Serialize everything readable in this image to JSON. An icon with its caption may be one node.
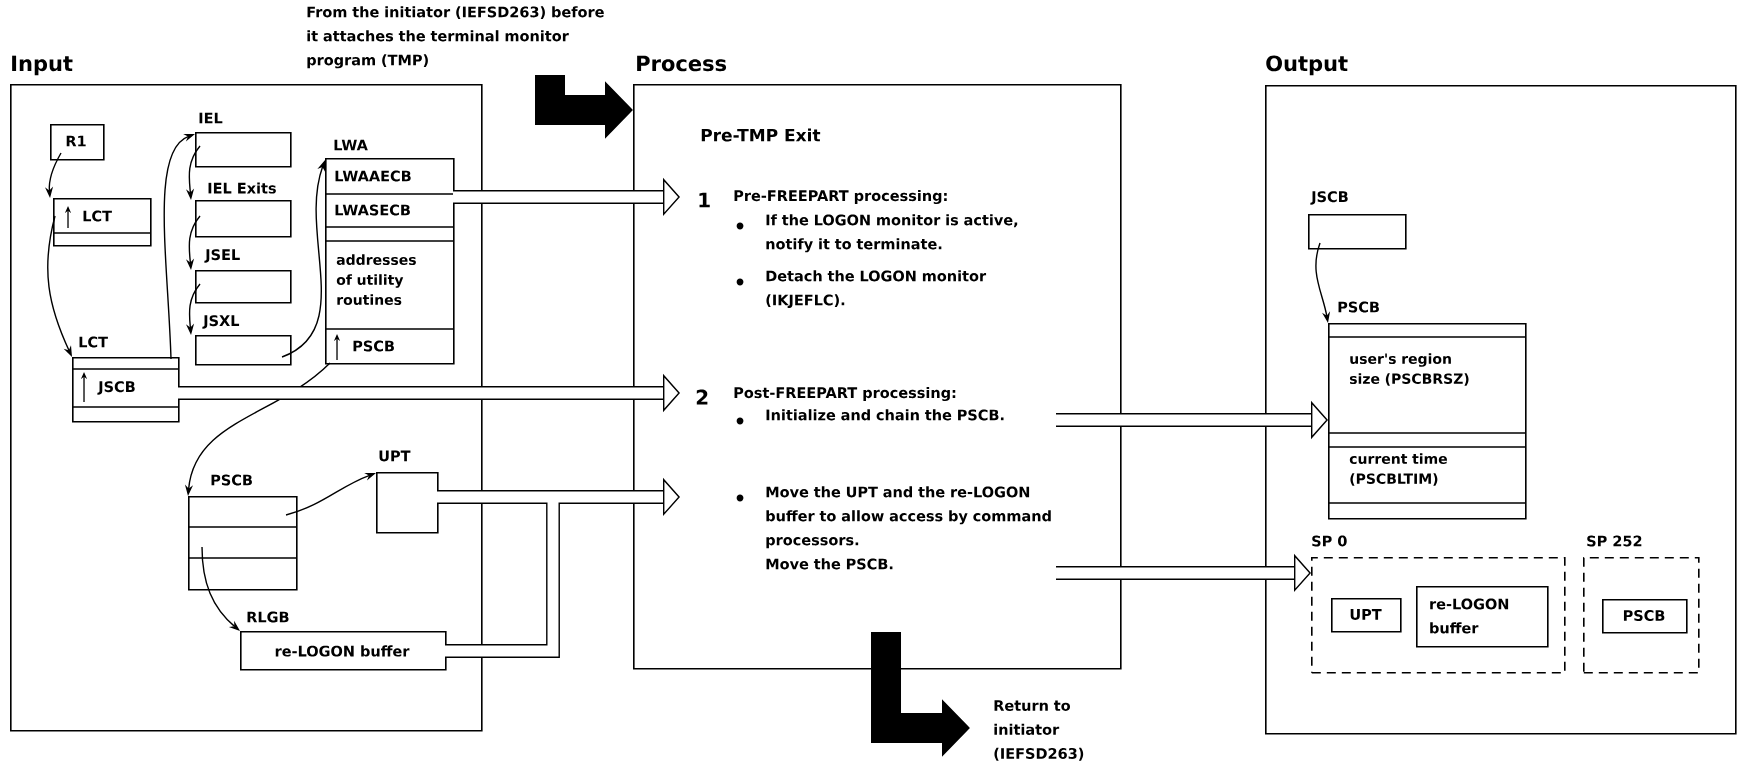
{
  "diagram": {
    "nodes": [
      {
        "text": [
          "Input"
        ]
      },
      {
        "text": [
          "R1"
        ],
        "in": 0
      },
      {
        "text": [
          "LCT"
        ],
        "in": 0
      },
      {
        "text": [
          "LCT",
          "JSCB"
        ],
        "in": 0
      },
      {
        "text": [
          "IEL"
        ],
        "in": 0
      },
      {
        "text": [
          "IEL Exits"
        ],
        "in": 0
      },
      {
        "text": [
          "JSEL"
        ],
        "in": 0
      },
      {
        "text": [
          "JSXL"
        ],
        "in": 0
      },
      {
        "text": [
          "LWA",
          "LWAAECB",
          "LWASECB",
          "addresses of utility routines",
          "PSCB"
        ],
        "in": 0
      },
      {
        "text": [
          "PSCB"
        ],
        "in": 0
      },
      {
        "text": [
          "UPT"
        ],
        "in": 0
      },
      {
        "text": [
          "RLGB",
          "re-LOGON buffer"
        ],
        "in": 0
      },
      {
        "text": [
          "Process",
          "Pre-TMP Exit",
          "1",
          "Pre-FREEPART processing:",
          "If the LOGON monitor is active, notify it to terminate.",
          "Detach the LOGON monitor (IKJEFLC).",
          "2",
          "Post-FREEPART processing:",
          "Initialize and chain the PSCB.",
          "Move the UPT and the re-LOGON buffer to allow access by command processors.",
          "Move the PSCB."
        ]
      },
      {
        "text": [
          "Output"
        ]
      },
      {
        "text": [
          "JSCB"
        ],
        "in": 13
      },
      {
        "text": [
          "PSCB",
          "user's region size (PSCBRSZ)",
          "current time (PSCBLTIM)"
        ],
        "in": 13
      },
      {
        "text": [
          "SP 0"
        ],
        "in": 13
      },
      {
        "text": [
          "UPT"
        ],
        "in": 16
      },
      {
        "text": [
          "re-LOGON buffer"
        ],
        "in": 16
      },
      {
        "text": [
          "SP 252"
        ],
        "in": 13
      },
      {
        "text": [
          "PSCB"
        ],
        "in": 19
      },
      {
        "text": [
          "From the initiator (IEFSD263) before it attaches the terminal monitor program (TMP)"
        ]
      },
      {
        "text": [
          "Return to initiator (IEFSD263)"
        ]
      }
    ],
    "edges": [
      {
        "from": 21,
        "to": 12,
        "arrow": "to",
        "style": "thick"
      },
      {
        "from": 1,
        "to": 2,
        "arrow": "to"
      },
      {
        "from": 2,
        "to": 3,
        "arrow": "to"
      },
      {
        "from": 3,
        "to": 4,
        "arrow": "to"
      },
      {
        "from": 4,
        "to": 5,
        "arrow": "to"
      },
      {
        "from": 5,
        "to": 6,
        "arrow": "to"
      },
      {
        "from": 6,
        "to": 7,
        "arrow": "to"
      },
      {
        "from": 7,
        "to": 8,
        "arrow": "to"
      },
      {
        "from": 8,
        "to": 9,
        "arrow": "to"
      },
      {
        "from": 9,
        "to": 10,
        "arrow": "to"
      },
      {
        "from": 9,
        "to": 11,
        "arrow": "to"
      },
      {
        "from": 8,
        "to": 12,
        "arrow": "to",
        "style": "thick"
      },
      {
        "from": 3,
        "to": 12,
        "arrow": "to",
        "style": "thick"
      },
      {
        "from": 10,
        "to": 12,
        "arrow": "to",
        "style": "thick"
      },
      {
        "from": 11,
        "to": 12,
        "arrow": "to",
        "style": "thick"
      },
      {
        "from": 12,
        "to": 15,
        "arrow": "to",
        "style": "thick"
      },
      {
        "from": 12,
        "to": 16,
        "arrow": "to",
        "style": "thick"
      },
      {
        "from": 14,
        "to": 15,
        "arrow": "to"
      },
      {
        "from": 12,
        "to": 22,
        "arrow": "to",
        "style": "thick"
      }
    ]
  }
}
